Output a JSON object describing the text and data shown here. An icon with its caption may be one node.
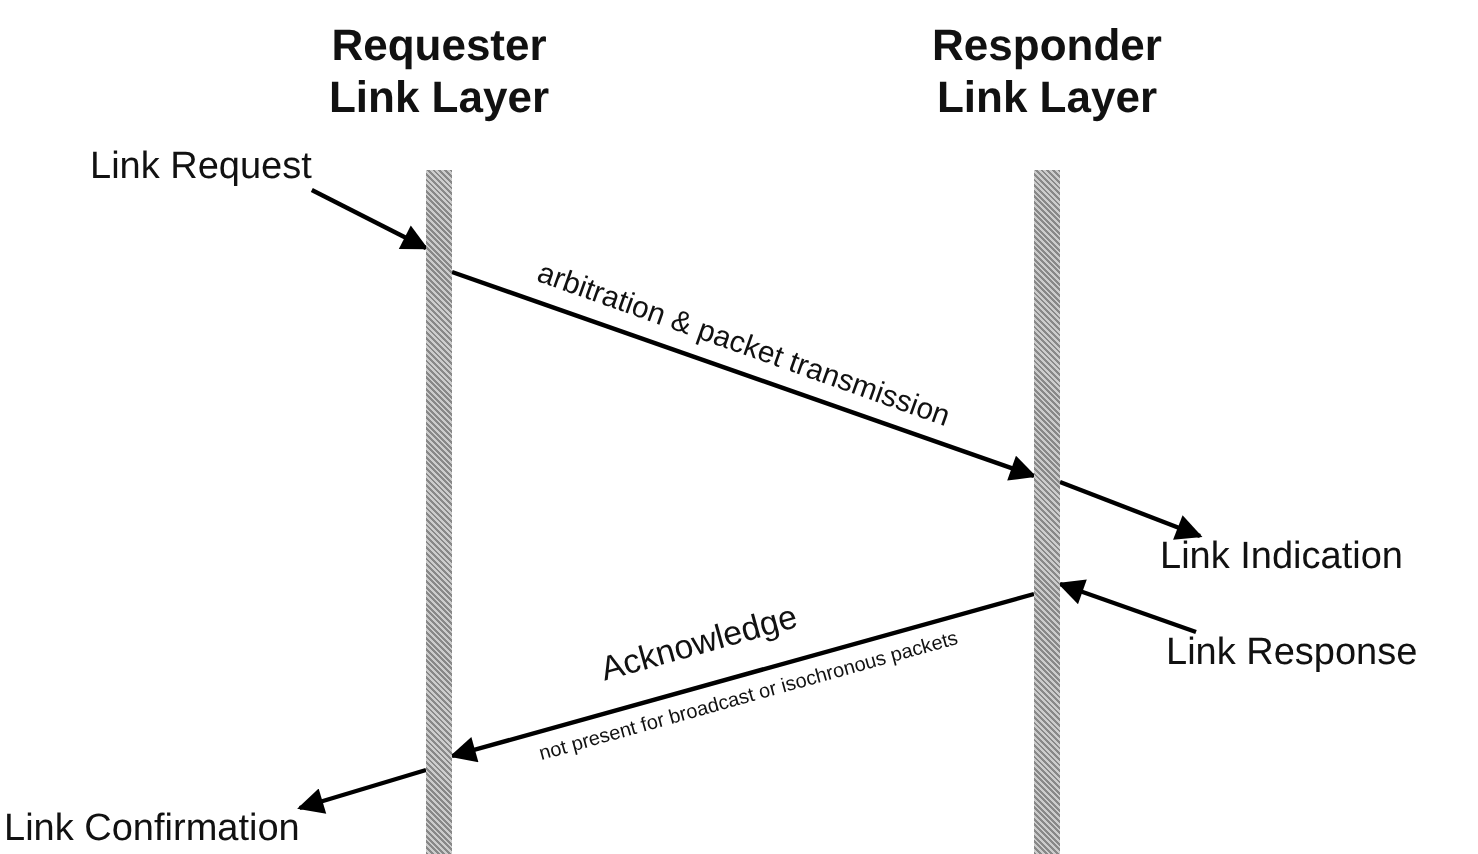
{
  "diagram": {
    "nodes": [
      {
        "text": [
          "Requester Link Layer"
        ]
      },
      {
        "text": [
          "Responder Link Layer"
        ]
      },
      {
        "text": [
          "Link Request"
        ]
      },
      {
        "text": [
          "Link Indication"
        ]
      },
      {
        "text": [
          "Link Response"
        ]
      },
      {
        "text": [
          "Link Confirmation"
        ]
      }
    ],
    "edges": [
      {
        "from": 2,
        "to": 0,
        "arrow": "to"
      },
      {
        "from": 0,
        "to": 1,
        "arrow": "to",
        "label": "arbitration & packet transmission"
      },
      {
        "from": 1,
        "to": 3,
        "arrow": "to"
      },
      {
        "from": 4,
        "to": 1,
        "arrow": "to"
      },
      {
        "from": 1,
        "to": 0,
        "arrow": "to",
        "label": "Acknowledge"
      },
      {
        "from": 0,
        "to": 5,
        "arrow": "to"
      }
    ],
    "labels": [
      "not present for broadcast or isochronous packets"
    ]
  }
}
